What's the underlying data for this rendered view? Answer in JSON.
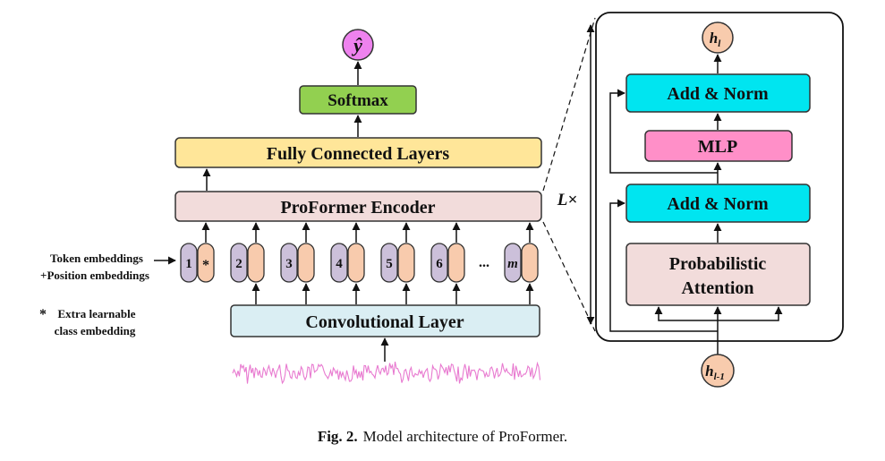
{
  "output_symbol": "ŷ",
  "softmax_label": "Softmax",
  "fc_label": "Fully Connected Layers",
  "encoder_label": "ProFormer Encoder",
  "conv_label": "Convolutional Layer",
  "token_embeddings_label": "Token embeddings",
  "position_embeddings_label": "+Position embeddings",
  "extra_note_star": "*",
  "extra_note_line1": "Extra learnable",
  "extra_note_line2": "class embedding",
  "tokens": [
    "1",
    "2",
    "3",
    "4",
    "5",
    "6",
    "m"
  ],
  "class_token_symbol": "*",
  "ellipsis": "...",
  "repeat_label": "L×",
  "block": {
    "output_node": "h",
    "output_sub": "l",
    "input_node": "h",
    "input_sub": "l-1",
    "add_norm_top": "Add & Norm",
    "mlp_label": "MLP",
    "add_norm_bottom": "Add & Norm",
    "attention_line1": "Probabilistic",
    "attention_line2": "Attention"
  },
  "caption": {
    "fig_number": "Fig. 2.",
    "text": "Model architecture of ProFormer."
  },
  "colors": {
    "output_circle": "#ee82ee",
    "softmax": "#92d050",
    "fc": "#ffe699",
    "encoder": "#f2dcdb",
    "conv": "#daeef3",
    "token_purple": "#ccc0da",
    "token_orange": "#f8cbad",
    "block_cyan": "#00e5f0",
    "mlp_pink": "#ff8fc8",
    "attention": "#f2dcdb",
    "node_orange": "#f8cbad",
    "signal": "#e87ad0"
  }
}
